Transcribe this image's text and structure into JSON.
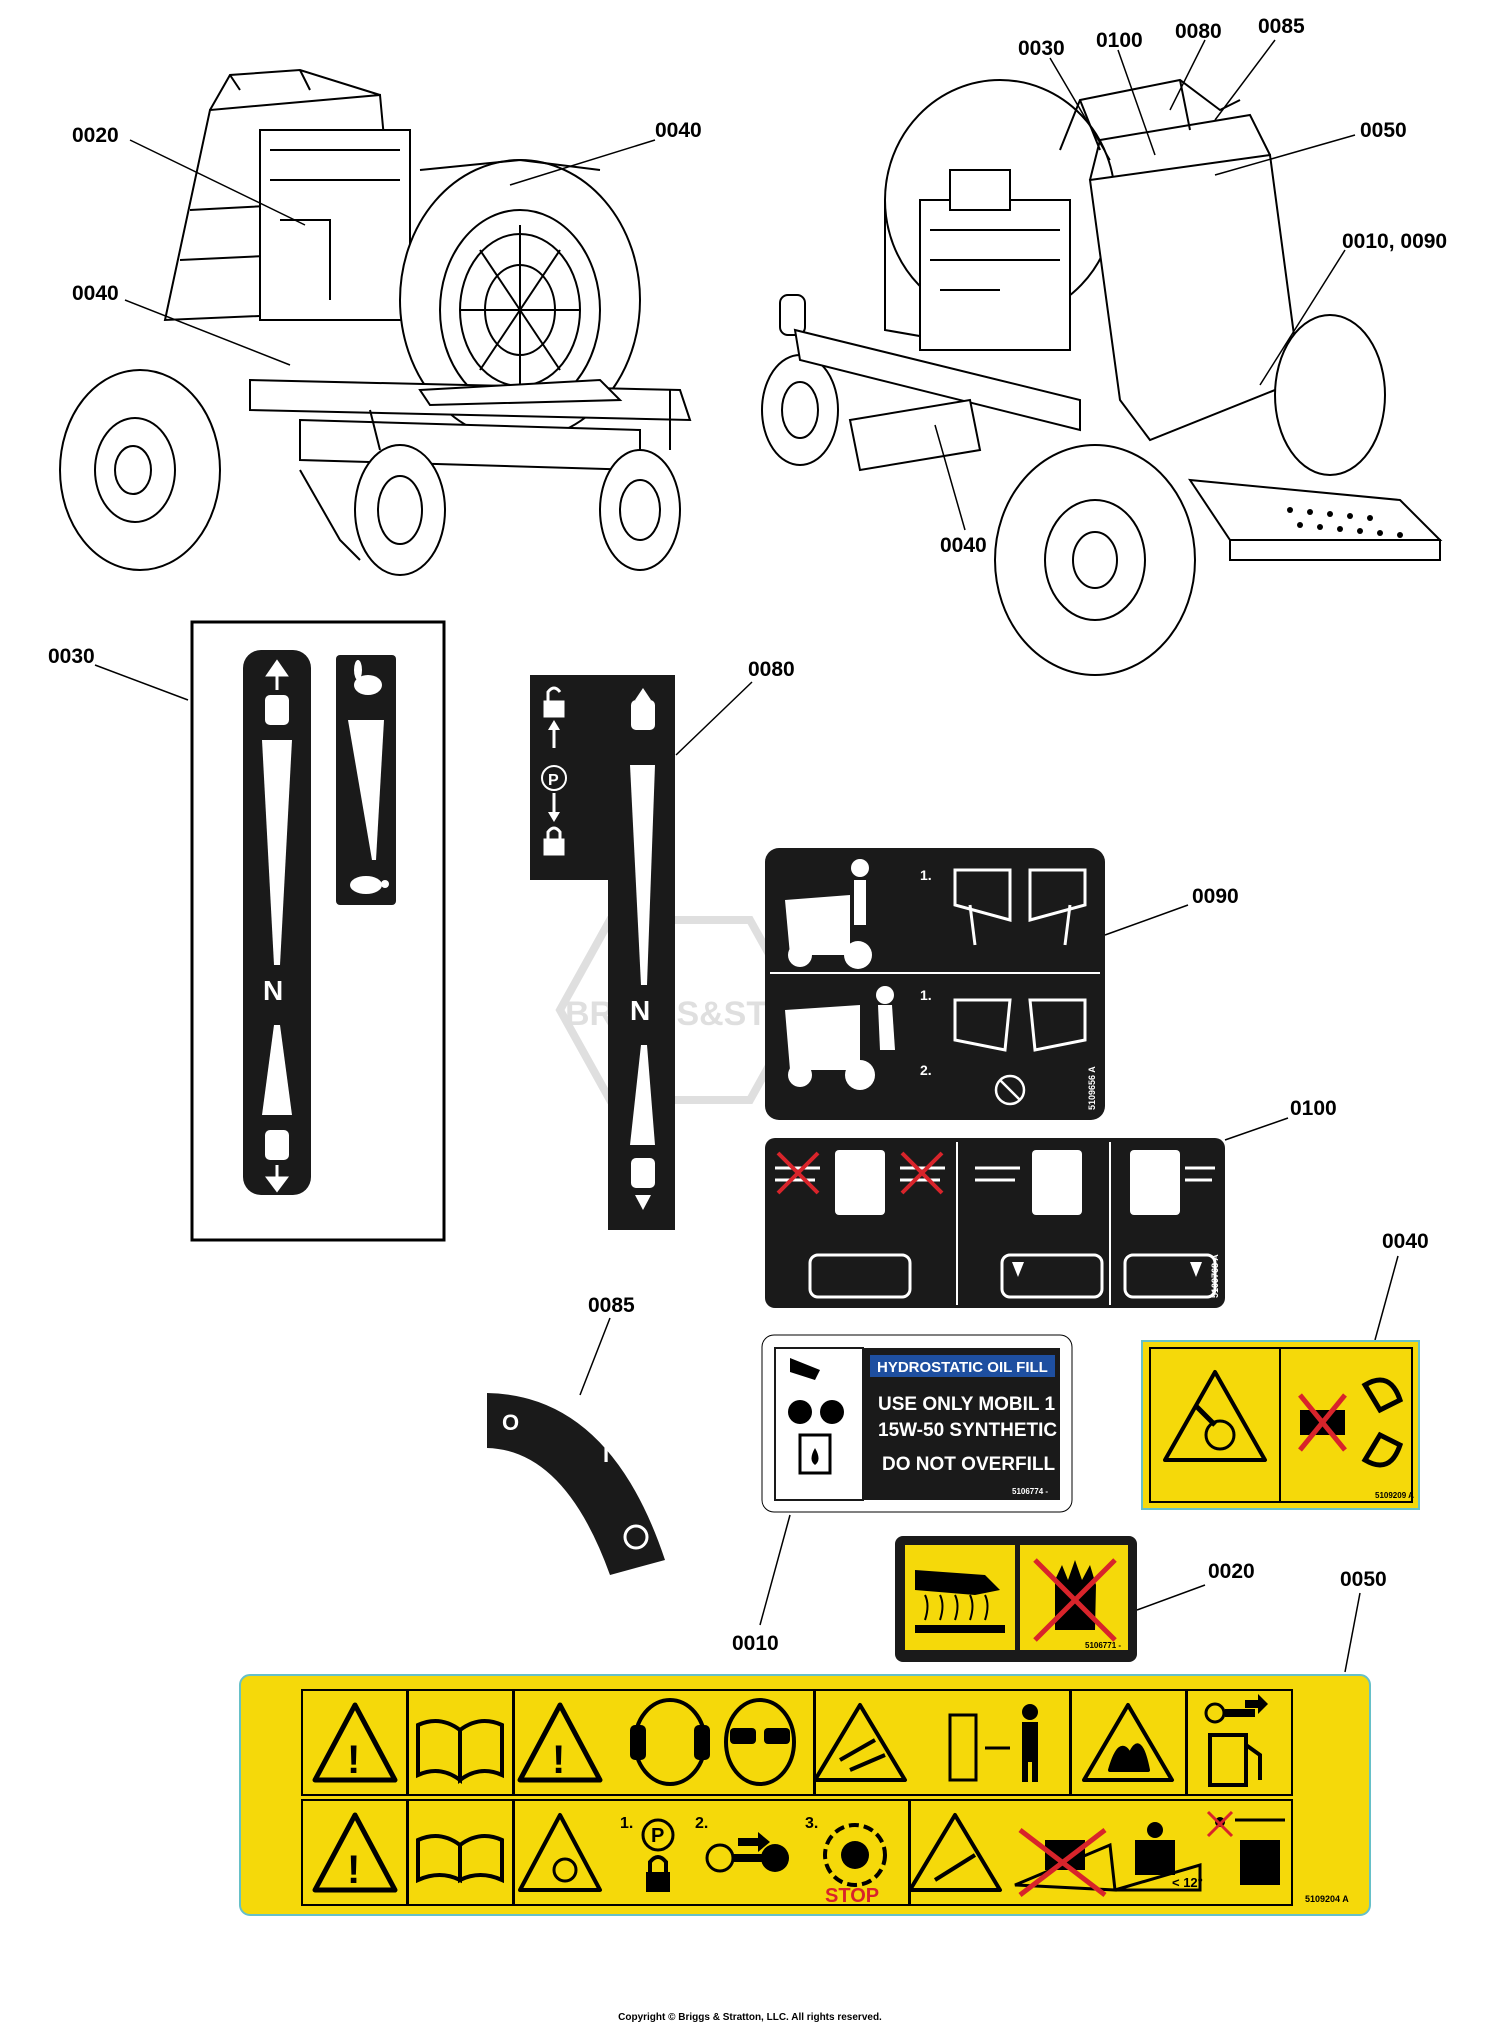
{
  "callouts": {
    "c0020_top": "0020",
    "c0040_top_right": "0040",
    "c0040_top_left": "0040",
    "c0030_top": "0030",
    "c0100_top": "0100",
    "c0080_top": "0080",
    "c0085_top": "0085",
    "c0050_top": "0050",
    "c0010_0090_top": "0010, 0090",
    "c0040_right_machine": "0040",
    "c0030_decal": "0030",
    "c0080_decal": "0080",
    "c0090_decal": "0090",
    "c0100_decal": "0100",
    "c0040_decal": "0040",
    "c0085_decal": "0085",
    "c0020_decal": "0020",
    "c0010_decal": "0010",
    "c0050_decal": "0050"
  },
  "decals": {
    "speed_neutral_letter": "N",
    "lever_neutral_letter": "N",
    "parking_letter": "P",
    "d0090_step1_top": "1.",
    "d0090_step1_bottom": "1.",
    "d0090_step2_bottom": "2.",
    "d0090_part": "5109656 A",
    "d0100_part": "5109768 A",
    "hydro_title": "HYDROSTATIC OIL FILL",
    "hydro_line1": "USE ONLY MOBIL 1",
    "hydro_line2": "15W-50 SYNTHETIC",
    "hydro_line3": "DO NOT OVERFILL",
    "hydro_part": "5106774 -",
    "d0040_part": "5109209 A",
    "d0020_part": "5106771 -",
    "d0085_off": "O",
    "d0085_on": "I",
    "d0050_step1": "1.",
    "d0050_step2": "2.",
    "d0050_step3": "3.",
    "d0050_parking": "P",
    "d0050_stop": "STOP",
    "d0050_angle": "< 12°",
    "d0050_part": "5109204 A"
  },
  "watermark": "BRIGGS&STRATTON",
  "copyright": "Copyright © Briggs & Stratton, LLC. All rights reserved.",
  "colors": {
    "decal_black": "#1a1a1a",
    "safety_yellow": "#f5d90a",
    "hydro_blue": "#1e4fa0",
    "prohibit_red": "#d8242b"
  }
}
